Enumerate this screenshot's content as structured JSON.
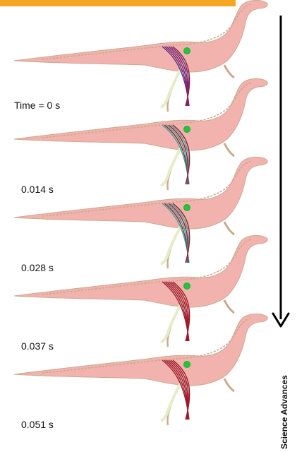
{
  "colors": {
    "accent_bar": "#f5a623",
    "body": "#f2b3ae",
    "skeleton": "#caa98f",
    "muscle_red": "#9e1b2a",
    "muscle_blue": "#4c2fb8",
    "muscle_cyan": "#2ea7a0",
    "joint": "#2fbf3a",
    "limb": "#e6ecc8",
    "arrow": "#000000"
  },
  "frames": [
    {
      "label": "Time = 0 s",
      "tint": "blue"
    },
    {
      "label": "0.014 s",
      "tint": "cyan"
    },
    {
      "label": "0.028 s",
      "tint": "cyan"
    },
    {
      "label": "0.037 s",
      "tint": "red"
    },
    {
      "label": "0.051 s",
      "tint": "red"
    }
  ],
  "credit": "Science Advances",
  "arrow": {
    "direction": "down"
  }
}
